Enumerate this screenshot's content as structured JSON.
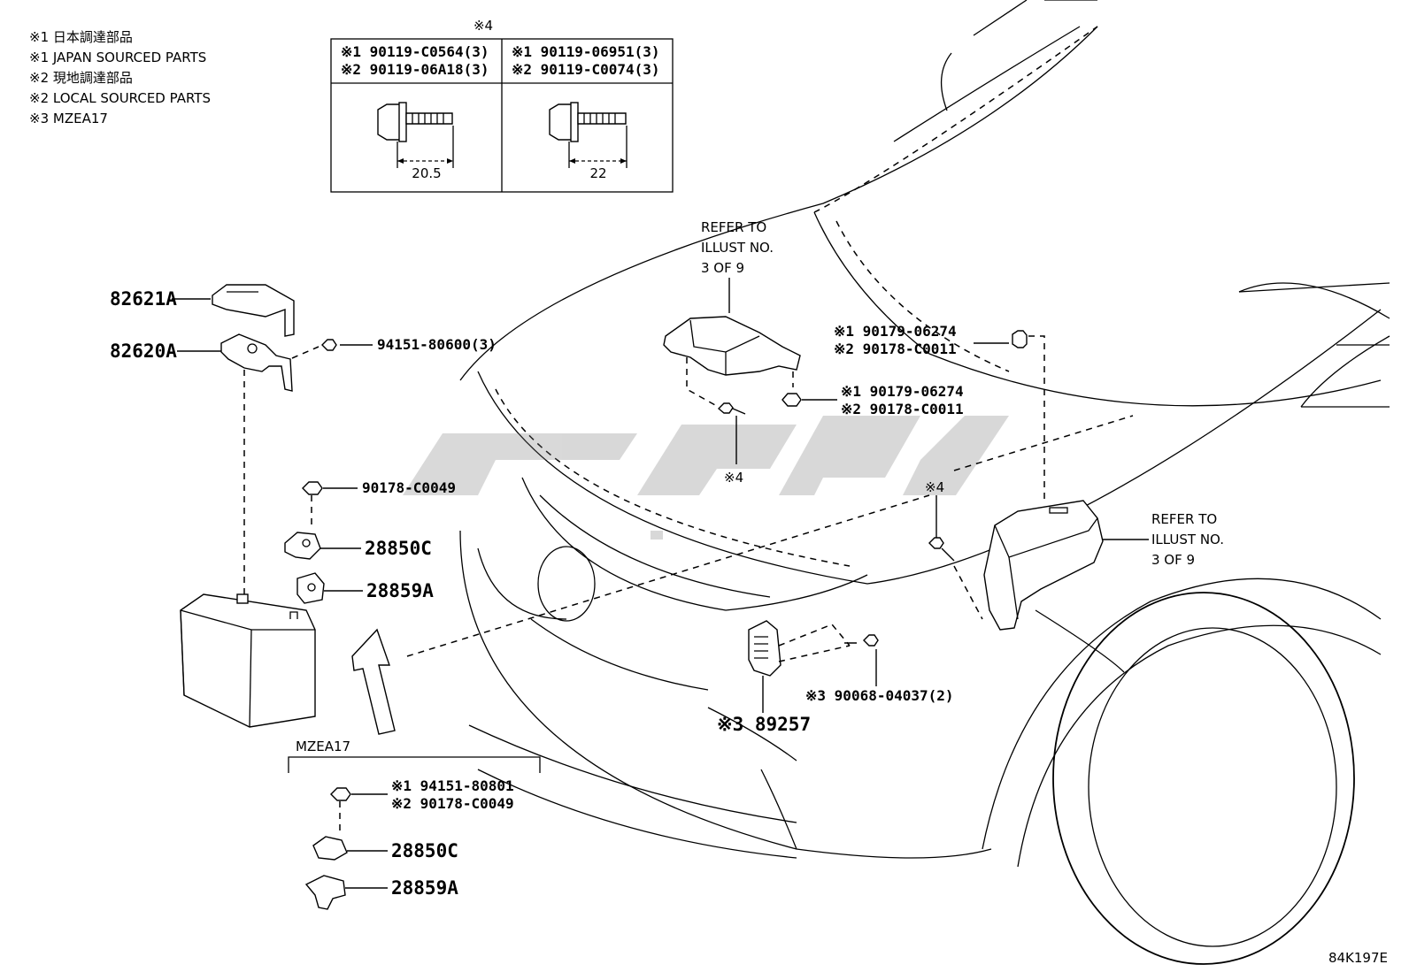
{
  "notes": [
    "※1 日本調達部品",
    "※1 JAPAN SOURCED PARTS",
    "※2 現地調達部品",
    "※2 LOCAL SOURCED PARTS",
    "※3 MZEA17"
  ],
  "bolt_table": {
    "title": "※4",
    "left": {
      "line1": "※1 90119-C0564(3)",
      "line2": "※2 90119-06A18(3)",
      "dimension": "20.5"
    },
    "right": {
      "line1": "※1 90119-06951(3)",
      "line2": "※2 90119-C0074(3)",
      "dimension": "22"
    }
  },
  "parts": {
    "p82621A": "82621A",
    "p82620A": "82620A",
    "p94151_80600": "94151-80600(3)",
    "p90178_C0049": "90178-C0049",
    "p28850C": "28850C",
    "p28859A": "28859A",
    "p90179_upper_1": "※1 90179-06274",
    "p90179_upper_2": "※2 90178-C0011",
    "p90179_lower_1": "※1 90179-06274",
    "p90179_lower_2": "※2 90178-C0011",
    "p90068": "※3 90068-04037(2)",
    "p89257": "※3 89257",
    "mark4_a": "※4",
    "mark4_b": "※4"
  },
  "refer_top": [
    "REFER TO",
    "ILLUST NO.",
    "3 OF 9"
  ],
  "refer_right": [
    "REFER TO",
    "ILLUST NO.",
    "3 OF 9"
  ],
  "mzea17_box": {
    "title": "MZEA17",
    "line1": "※1 94151-80801",
    "line2": "※2 90178-C0049",
    "p28850C": "28850C",
    "p28859A": "28859A"
  },
  "figure_code": "84K197E",
  "watermark": "watermark-logo"
}
